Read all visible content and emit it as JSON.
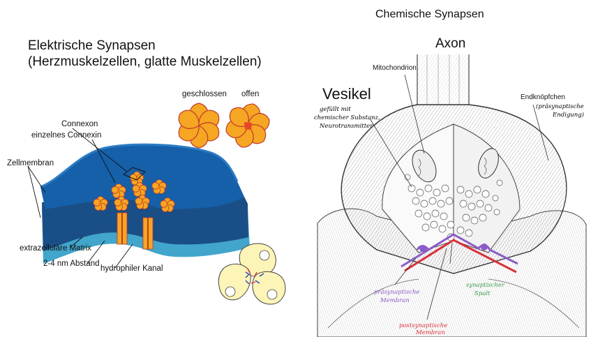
{
  "left": {
    "title_line1": "Elektrische Synapsen",
    "title_line2": "(Herzmuskelzellen, glatte Muskelzellen)",
    "state_closed": "geschlossen",
    "state_open": "offen",
    "label_connexon": "Connexon",
    "label_single_connexin": "einzelnes Connexin",
    "label_cell_membrane": "Zellmembran",
    "label_extracellular_matrix": "extrazelluläre Matrix",
    "label_distance": "2-4 nm Abstand",
    "label_hydrophilic_channel": "hydrophiler Kanal"
  },
  "right": {
    "title": "Chemische Synapsen",
    "axon": "Axon",
    "vesicle": "Vesikel",
    "vesicle_note": [
      "gefüllt mit",
      "chemischer Substanz,",
      "Neurotransmitter"
    ],
    "mitochondrion": "Mitochondrion",
    "end_bulb": "Endknöpfchen",
    "end_bulb_note": [
      "(präsynaptische",
      "Endigung)"
    ],
    "presynaptic_membrane": [
      "präsynaptische",
      "Membran"
    ],
    "synaptic_cleft": [
      "synaptischer",
      "Spalt"
    ],
    "postsynaptic_membrane": [
      "postsynaptische",
      "Membran"
    ]
  },
  "colors": {
    "top_membrane": "#1560a8",
    "bottom_membrane": "#41a5cc",
    "connexon_fill": "#f5a623",
    "connexon_stroke": "#c0392b",
    "cell_fill": "#fdf4b8",
    "presynaptic": "#8b5cc8",
    "postsynaptic": "#d8303a",
    "cleft_label": "#3a9b4c"
  }
}
